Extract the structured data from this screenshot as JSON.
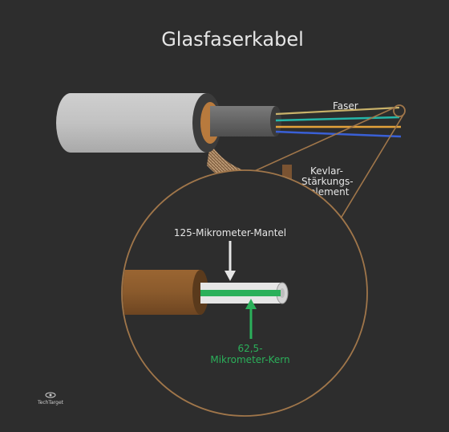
{
  "title": "Glasfaserkabel",
  "labels": {
    "faser": "Faser",
    "kevlar_line1": "Kevlar-",
    "kevlar_line2": "Stärkungs-",
    "kevlar_line3": "element",
    "mantel": "125-Mikrometer-Mantel",
    "kern_line1": "62,5-",
    "kern_line2": "Mikrometer-Kern"
  },
  "brand": "TechTarget",
  "colors": {
    "background": "#2d2d2d",
    "jacket": "#bfbfbf",
    "buffer": "#6b6b6b",
    "kevlar": "#b87a3d",
    "copper": "#8a5a2c",
    "accent_line": "#a0764a",
    "core": "#2bb05a",
    "cladding": "#e6e6e6",
    "fiber_orange": "#e3a23a",
    "fiber_teal": "#25b6a8",
    "fiber_blue": "#3a60d6",
    "fiber_gold": "#c9b26a",
    "text": "#e6e6e6",
    "kern_text": "#2bb05a"
  }
}
